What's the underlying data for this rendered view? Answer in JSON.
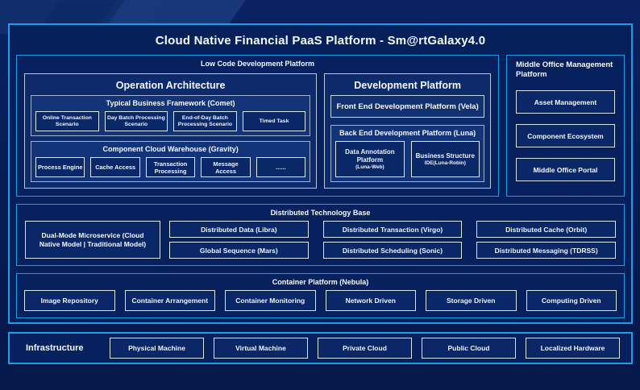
{
  "title": "Cloud Native Financial PaaS Platform - Sm@rtGalaxy4.0",
  "low_code": {
    "label": "Low Code Development Platform",
    "operation_architecture": {
      "title": "Operation Architecture",
      "comet": {
        "label": "Typical Business Framework (Comet)",
        "items": [
          "Online Transaction Scenario",
          "Day Batch Processing Scenario",
          "End-of-Day Batch Processing Scenario",
          "Timed Task"
        ]
      },
      "gravity": {
        "label": "Component Cloud Warehouse (Gravity)",
        "items": [
          "Process Engine",
          "Cache Access",
          "Transaction Processing",
          "Message Access",
          "......"
        ]
      }
    },
    "development_platform": {
      "title": "Development Platform",
      "front_end_label": "Front End Development Platform (Vela)",
      "back_end": {
        "label": "Back End Development Platform (Luna)",
        "items": [
          {
            "line1": "Data Annotation Platform",
            "line2": "(Luna-Web)"
          },
          {
            "line1": "Business Structure",
            "line2": "IDE(Luna-Robin)"
          }
        ]
      }
    }
  },
  "middle_office": {
    "label": "Middle Office Management Platform",
    "items": [
      "Asset Management",
      "Component Ecosystem",
      "Middle Office Portal"
    ]
  },
  "distributed": {
    "label": "Distributed Technology Base",
    "dual_mode_label": "Dual-Mode Microservice (Cloud Native Model | Traditional Model)",
    "items": [
      "Distributed Data (Libra)",
      "Distributed Transaction (Virgo)",
      "Distributed Cache (Orbit)",
      "Global Sequence (Mars)",
      "Distributed Scheduling (Sonic)",
      "Distributed Messaging (TDRSS)"
    ]
  },
  "container_platform": {
    "label": "Container Platform (Nebula)",
    "items": [
      "Image Repository",
      "Container Arrangement",
      "Container Monitoring",
      "Network Driven",
      "Storage Driven",
      "Computing Driven"
    ]
  },
  "infrastructure": {
    "label": "Infrastructure",
    "items": [
      "Physical Machine",
      "Virtual Machine",
      "Private Cloud",
      "Public Cloud",
      "Localized Hardware"
    ]
  },
  "colors": {
    "background": "#071d56",
    "accent_border": "#1e9ce6",
    "panel_border": "#b9c9de",
    "leaf_border": "#dce7f4",
    "text": "#f5f9ff"
  }
}
